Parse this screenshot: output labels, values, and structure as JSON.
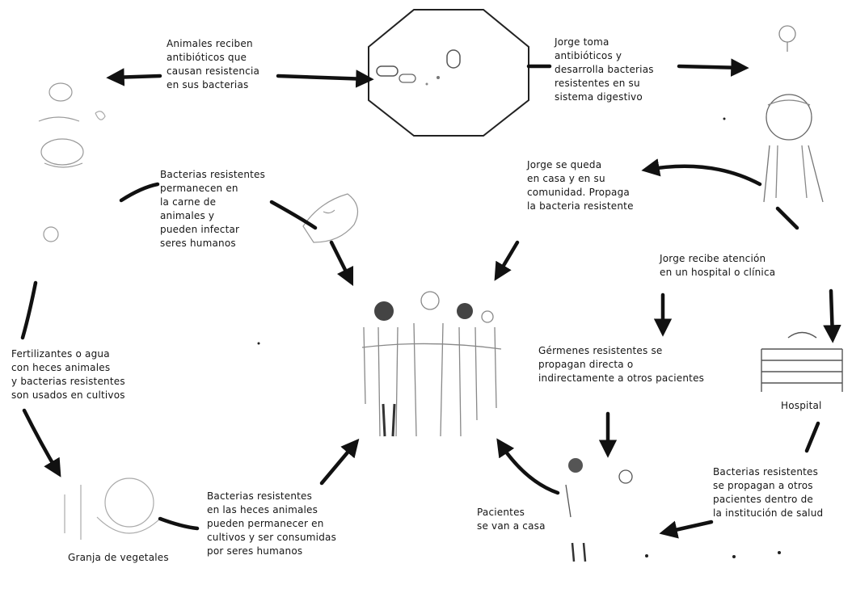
{
  "diagram": {
    "labels": {
      "animals_antibiotics": "Animales reciben\nantibióticos que\ncausan resistencia\nen sus bacterias",
      "jorge_antibiotics": "Jorge toma\nantibióticos y\ndesarrolla bacterias\nresistentes en su\nsistema digestivo",
      "meat_bacteria": "Bacterias resistentes\npermanecen en\nla carne de\nanimales y\npueden infectar\nseres humanos",
      "jorge_home": "Jorge se queda\nen casa y en su\ncomunidad. Propaga\nla bacteria resistente",
      "jorge_hospital": "Jorge recibe atención\nen un hospital o clínica",
      "fertilizers": "Fertilizantes o agua\ncon heces animales\ny bacterias resistentes\nson usados en cultivos",
      "germs_spread": "Gérmenes resistentes se\npropagan directa o\nindirectamente a otros pacientes",
      "hospital_sign": "Hospital",
      "feces_crops": "Bacterias resistentes\nen las heces animales\npueden permanecer en\ncultivos y ser consumidas\npor seres humanos",
      "patients_home": "Pacientes\nse van a casa",
      "within_institution": "Bacterias resistentes\nse propagan a otros\npacientes dentro de\nla institución de salud",
      "vegetable_farm": "Granja de vegetales"
    },
    "icons": [
      "antibiotic-capsules-icon",
      "farm-animals-icon",
      "jorge-person-icon",
      "meat-icon",
      "community-people-icon",
      "hospital-icon",
      "vegetable-farm-icon",
      "patients-icon"
    ]
  }
}
